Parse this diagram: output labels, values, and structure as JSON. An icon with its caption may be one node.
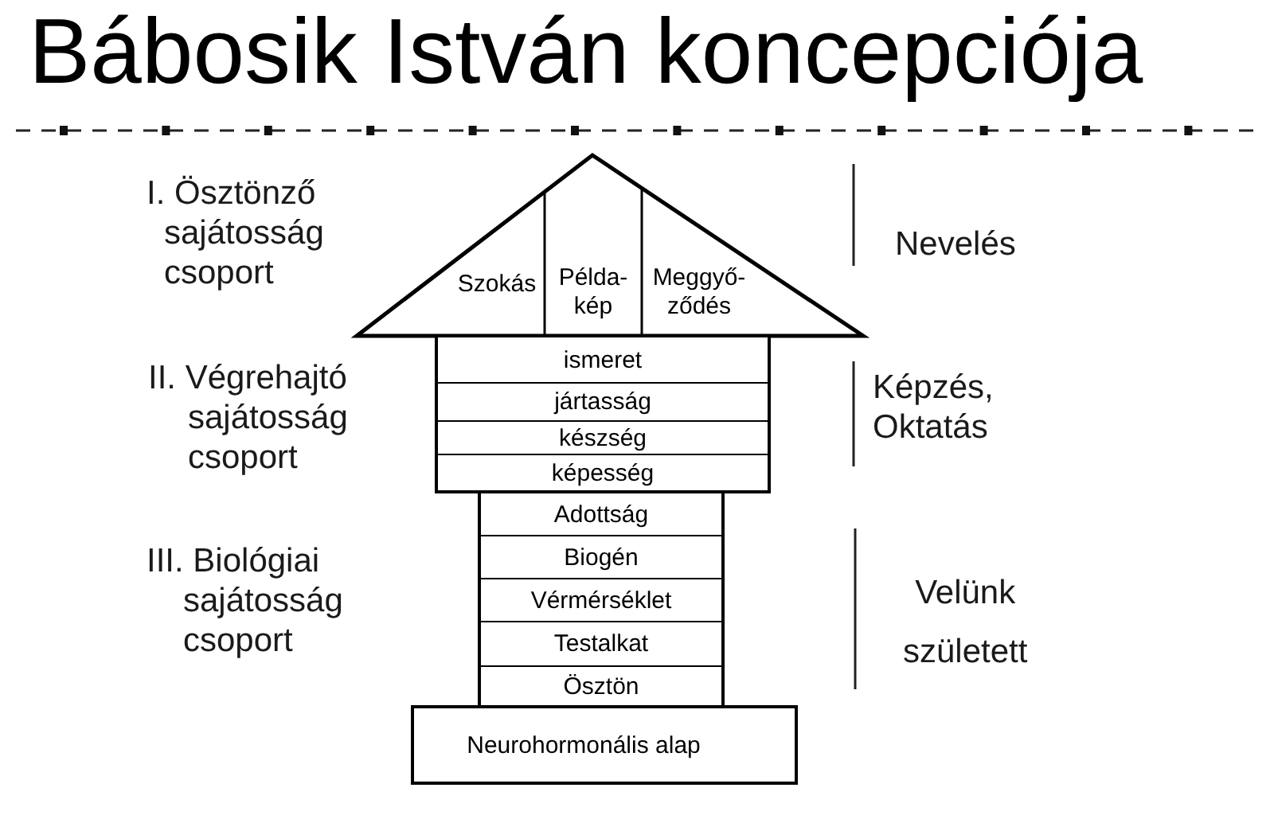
{
  "diagram": {
    "title": "Bábosik István koncepciója",
    "nodes": [
      {
        "text": [],
        "shape": "triangle"
      },
      {
        "text": [
          "Szokás"
        ],
        "in": 0
      },
      {
        "text": [
          "Példa- kép"
        ],
        "in": 0
      },
      {
        "text": [
          "Meggyő- ződés"
        ],
        "in": 0
      },
      {
        "text": [
          "ismeret"
        ]
      },
      {
        "text": [
          "jártasság"
        ]
      },
      {
        "text": [
          "készség"
        ]
      },
      {
        "text": [
          "képesség"
        ]
      },
      {
        "text": [
          "Adottság"
        ]
      },
      {
        "text": [
          "Biogén"
        ]
      },
      {
        "text": [
          "Vérmérséklet"
        ]
      },
      {
        "text": [
          "Testalkat"
        ]
      },
      {
        "text": [
          "Ösztön"
        ]
      },
      {
        "text": [
          "Neurohormonális alap"
        ]
      }
    ],
    "labels": [
      "I. Ösztönző sajátosság csoport",
      "Nevelés",
      "II. Végrehajtó sajátosság csoport",
      "Képzés, Oktatás",
      "III. Biológiai sajátosság csoport",
      "Velünk született"
    ]
  }
}
